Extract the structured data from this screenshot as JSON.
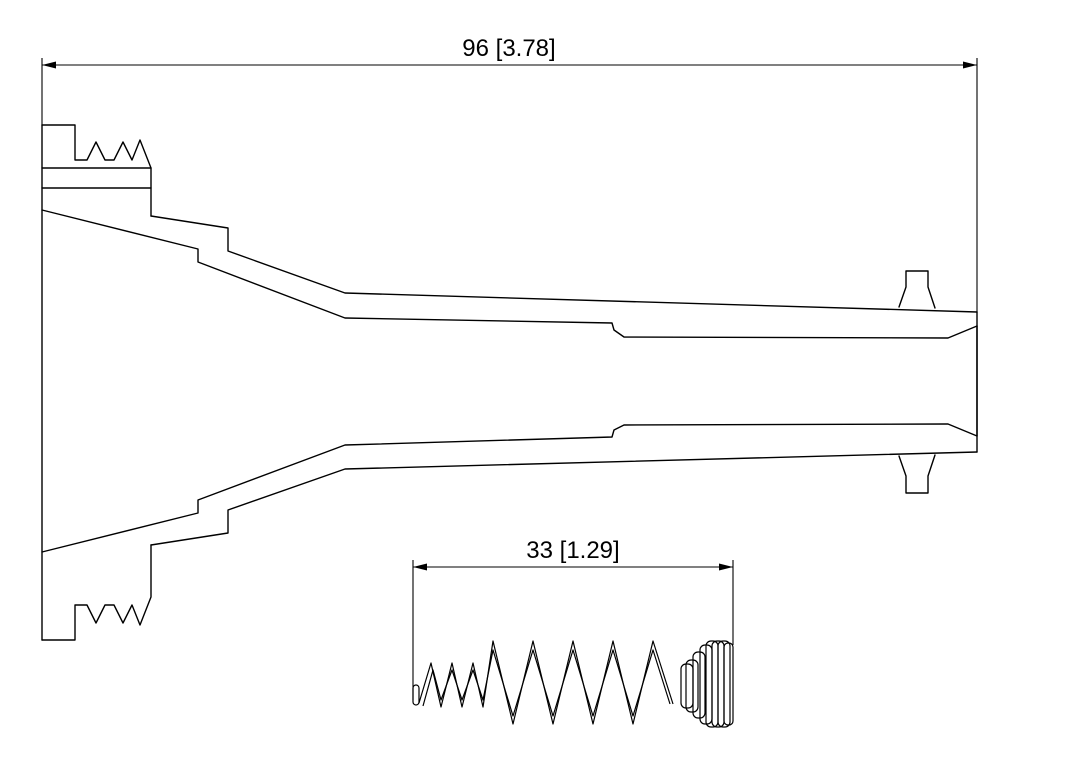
{
  "drawing": {
    "dimensions": {
      "overall_length": "96 [3.78]",
      "spring_length": "33 [1.29]"
    },
    "parts": [
      "nozzle-body",
      "spring"
    ]
  },
  "colors": {
    "line": "#000000",
    "background": "#ffffff"
  }
}
